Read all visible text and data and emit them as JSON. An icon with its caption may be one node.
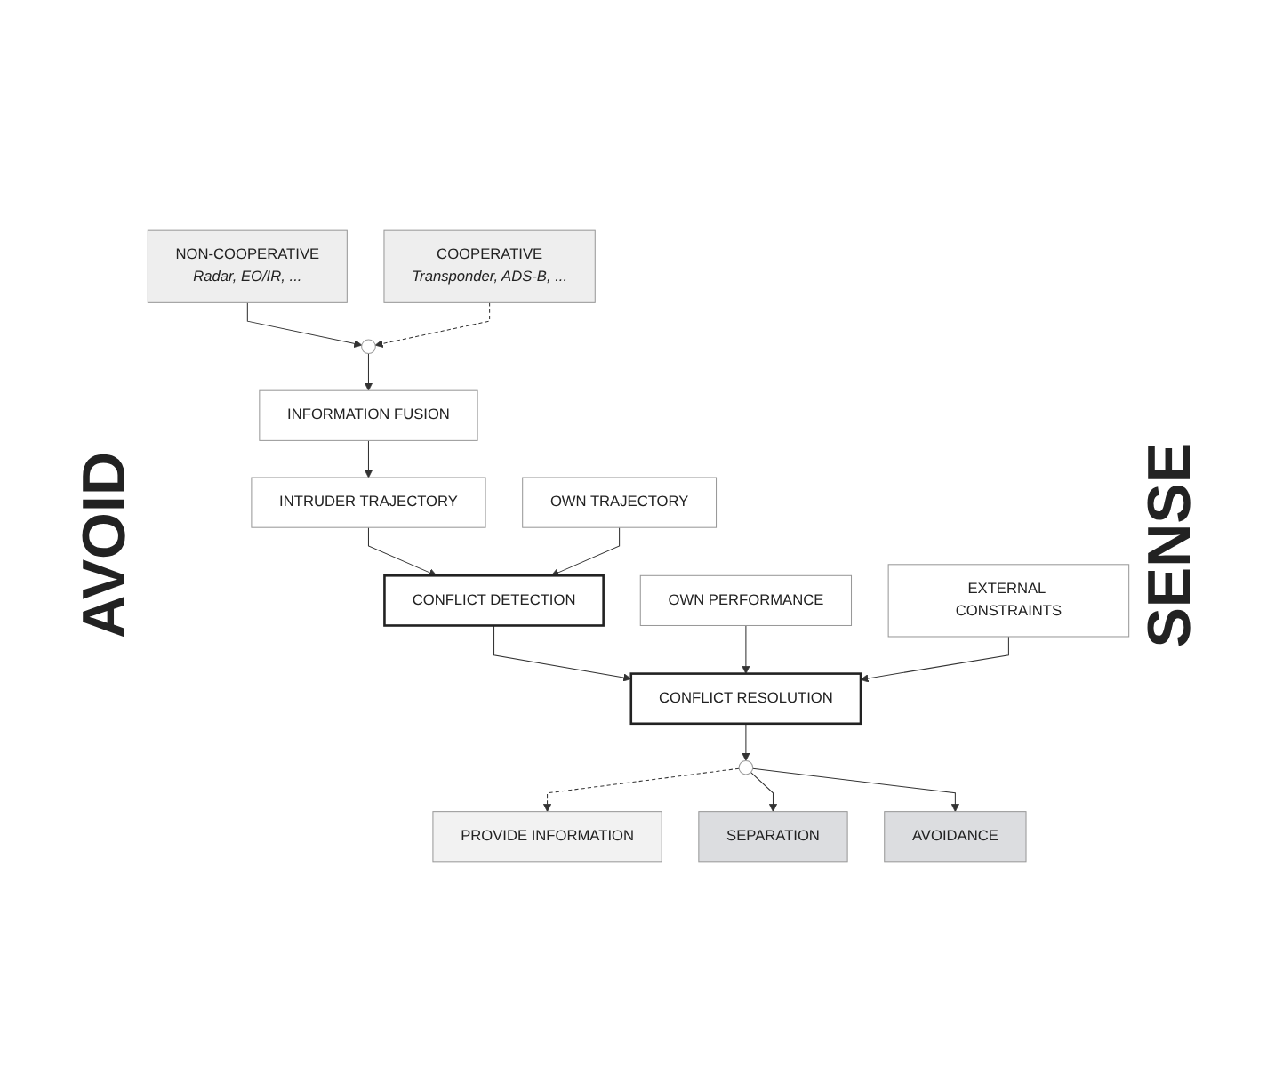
{
  "diagram": {
    "nodes": [
      {
        "text": [
          "NON-COOPERATIVE",
          "Radar, EO/IR, ..."
        ]
      },
      {
        "text": [
          "COOPERATIVE",
          "Transponder, ADS-B, ..."
        ]
      },
      {
        "text": [],
        "shape": "circle"
      },
      {
        "text": [
          "INFORMATION FUSION"
        ]
      },
      {
        "text": [
          "INTRUDER TRAJECTORY"
        ]
      },
      {
        "text": [
          "OWN TRAJECTORY"
        ]
      },
      {
        "text": [
          "CONFLICT DETECTION"
        ]
      },
      {
        "text": [
          "OWN PERFORMANCE"
        ]
      },
      {
        "text": [
          "CONFLICT RESOLUTION"
        ]
      },
      {
        "text": [
          "EXTERNAL CONSTRAINTS"
        ]
      },
      {
        "text": [],
        "shape": "circle"
      },
      {
        "text": [
          "PROVIDE INFORMATION"
        ]
      },
      {
        "text": [
          "SEPARATION"
        ]
      },
      {
        "text": [
          "AVOIDANCE"
        ]
      }
    ],
    "edges": [
      {
        "from": 0,
        "to": 2,
        "arrow": "to"
      },
      {
        "from": 1,
        "to": 2,
        "arrow": "to",
        "style": "dashed"
      },
      {
        "from": 2,
        "to": 3,
        "arrow": "to"
      },
      {
        "from": 3,
        "to": 4,
        "arrow": "to"
      },
      {
        "from": 4,
        "to": 6,
        "arrow": "to"
      },
      {
        "from": 5,
        "to": 6,
        "arrow": "to"
      },
      {
        "from": 6,
        "to": 8,
        "arrow": "to"
      },
      {
        "from": 7,
        "to": 8,
        "arrow": "to"
      },
      {
        "from": 9,
        "to": 8,
        "arrow": "to"
      },
      {
        "from": 8,
        "to": 10,
        "arrow": "to"
      },
      {
        "from": 10,
        "to": 11,
        "arrow": "to",
        "style": "dashed"
      },
      {
        "from": 10,
        "to": 12,
        "arrow": "to"
      },
      {
        "from": 10,
        "to": 13,
        "arrow": "to"
      }
    ],
    "labels": [
      "SENSE",
      "AVOID"
    ]
  }
}
